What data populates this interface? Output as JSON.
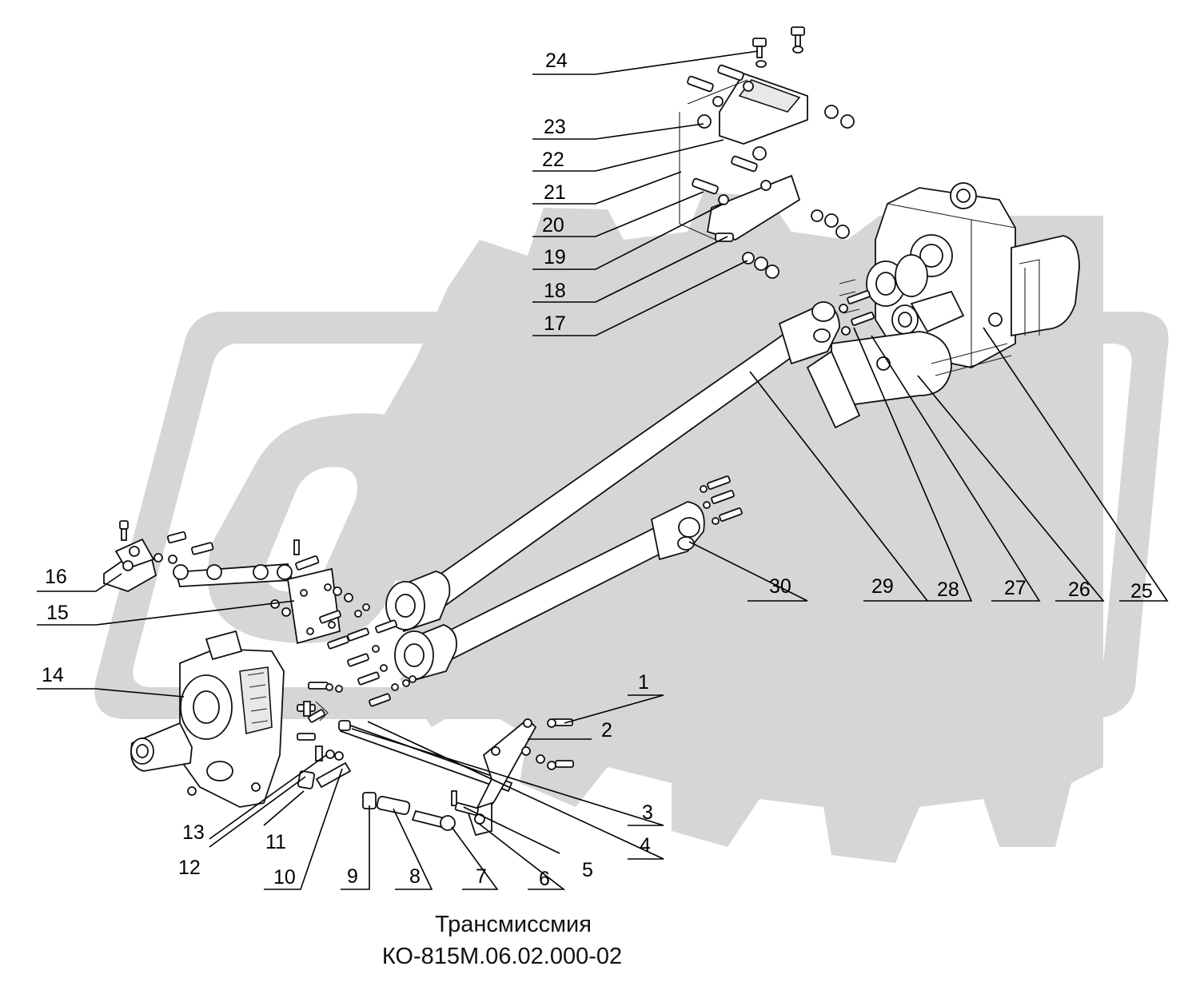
{
  "caption": {
    "title": "Трансмиссмия",
    "code": "КО-815М.06.02.000-02"
  },
  "watermark": {
    "text": "ОРЕХ",
    "color": "#d6d6d6"
  },
  "callouts": [
    "1",
    "2",
    "3",
    "4",
    "5",
    "6",
    "7",
    "8",
    "9",
    "10",
    "11",
    "12",
    "13",
    "14",
    "15",
    "16",
    "17",
    "18",
    "19",
    "20",
    "21",
    "22",
    "23",
    "24",
    "25",
    "26",
    "27",
    "28",
    "29",
    "30"
  ]
}
